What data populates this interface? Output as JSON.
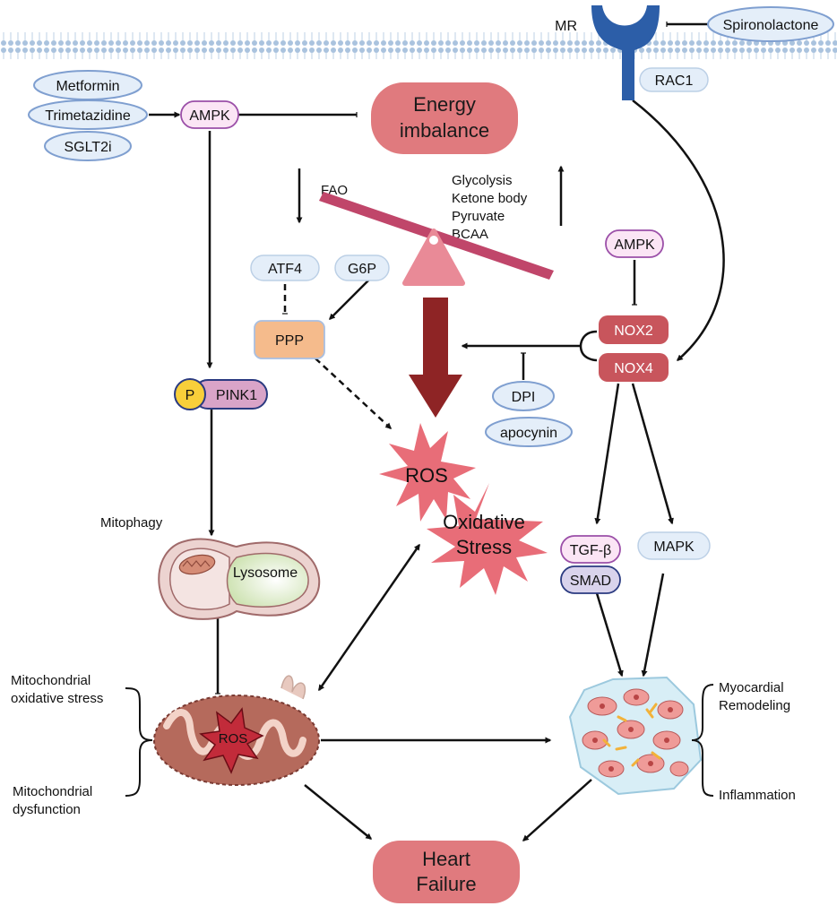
{
  "mr": "MR",
  "spironolactone": "Spironolactone",
  "rac1": "RAC1",
  "metformin": "Metformin",
  "trimetazidine": "Trimetazidine",
  "sglt2i": "SGLT2i",
  "ampk_top": "AMPK",
  "energy_imbalance": [
    "Energy",
    "imbalance"
  ],
  "fao": "FAO",
  "glyco_list": [
    "Glycolysis",
    "Ketone body",
    "Pyruvate",
    "BCAA"
  ],
  "atf4": "ATF4",
  "g6p": "G6P",
  "ppp": "PPP",
  "ampk_right": "AMPK",
  "nox2": "NOX2",
  "nox4": "NOX4",
  "dpi": "DPI",
  "apocynin": "apocynin",
  "p_badge": "P",
  "pink1": "PINK1",
  "mitophagy": "Mitophagy",
  "lysosome": "Lysosome",
  "ros_star": "ROS",
  "oxidative_stress": [
    "Oxidative",
    "Stress"
  ],
  "tgfb": "TGF-β",
  "smad": "SMAD",
  "mapk": "MAPK",
  "mito_oxidative_stress": [
    "Mitochondrial",
    "oxidative stress"
  ],
  "mito_dysfunction": [
    "Mitochondrial",
    "dysfunction"
  ],
  "mito_ros": "ROS",
  "myocardial_remodeling": [
    "Myocardial",
    "Remodeling"
  ],
  "inflammation": "Inflammation",
  "heart_failure": [
    "Heart",
    "Failure"
  ],
  "colors": {
    "pill_fill": "#e4eef9",
    "pill_stroke": "#7f9fd0",
    "node_fill": "#fbe5f5",
    "node_stroke": "#9b4fa8",
    "salmon": "#e07a7e",
    "nox_red": "#c8555c",
    "dark_arrow": "#8e2425",
    "ppp_fill": "#f5bb8c",
    "seesaw": "#c0466a"
  }
}
